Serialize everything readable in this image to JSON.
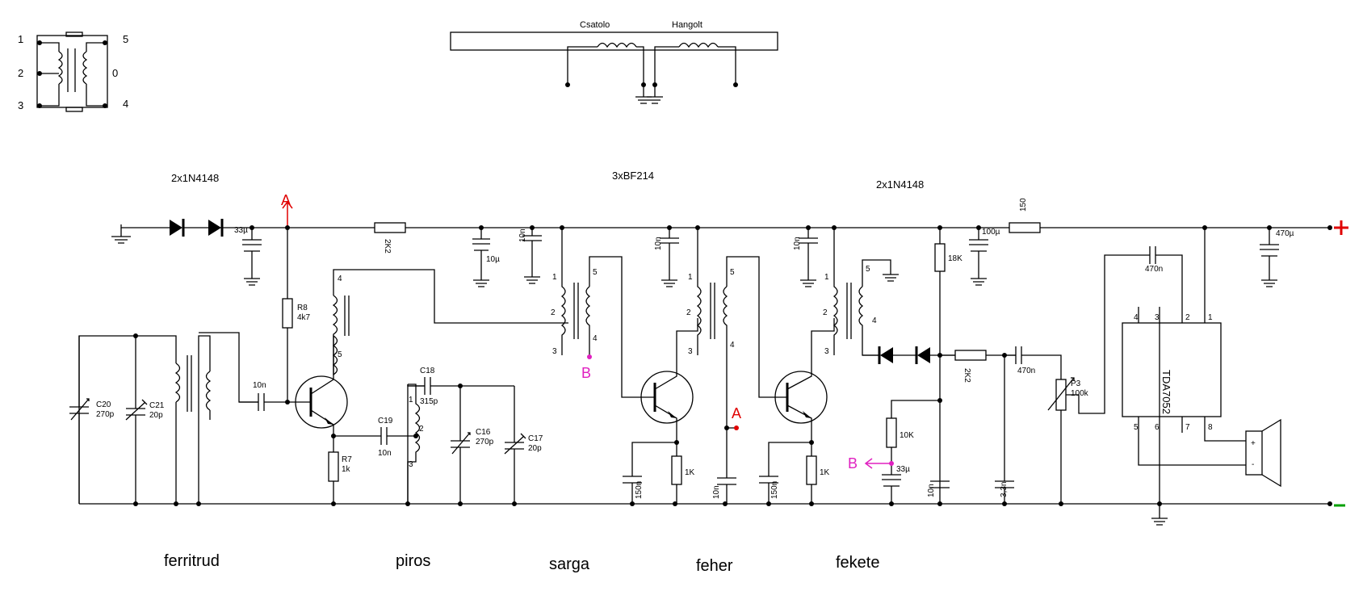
{
  "transformer_pinout": {
    "pins": [
      "1",
      "2",
      "3",
      "5",
      "4"
    ]
  },
  "coil_box": {
    "left_label": "Csatolo",
    "right_label": "Hangolt"
  },
  "headers": {
    "diodes_left": "2x1N4148",
    "transistors": "3xBF214",
    "diodes_right": "2x1N4148"
  },
  "components": {
    "c_33u": "33µ",
    "r2k2_a": "2K2",
    "c_10u": "10µ",
    "c_10n_a": "10n",
    "c_10n_b": "10n",
    "c_10n_c": "10n",
    "r18k": "18K",
    "c_100u": "100µ",
    "r150": "150",
    "c_470u": "470µ",
    "r8_name": "R8",
    "r8_val": "4k7",
    "c20_name": "C20",
    "c20_val": "270p",
    "c21_name": "C21",
    "c21_val": "20p",
    "c_10n_in": "10n",
    "r7_name": "R7",
    "r7_val": "1k",
    "c18_name": "C18",
    "c18_val": "315p",
    "c19_name": "C19",
    "c19_val": "10n",
    "c16_name": "C16",
    "c16_val": "270p",
    "c17_name": "C17",
    "c17_val": "20p",
    "c_150n_a": "150n",
    "r_1k_a": "1K",
    "c_10n_d": "10n",
    "c_150n_b": "150n",
    "r_1k_b": "1K",
    "r_10k": "10K",
    "c_33u_b": "33µ",
    "c_10n_e": "10n",
    "r2k2_b": "2K2",
    "c_470n_a": "470n",
    "c_3n3": "3,3n",
    "p3_name": "P3",
    "p3_val": "100k",
    "c_470n_b": "470n",
    "ic_name": "TDA7052",
    "ic_pins": [
      "4",
      "3",
      "2",
      "1",
      "5",
      "6",
      "7",
      "8"
    ],
    "speaker_plus": "+",
    "speaker_minus": "-"
  },
  "coil_pins": {
    "t1": [
      "4",
      "5"
    ],
    "t2": [
      "1",
      "2",
      "3",
      "5",
      "4"
    ],
    "t3": [
      "1",
      "2",
      "3",
      "5",
      "4"
    ],
    "t4": [
      "1",
      "2",
      "3",
      "5",
      "4"
    ],
    "osc": [
      "1",
      "2",
      "3"
    ]
  },
  "markers": {
    "a_top": "A",
    "a_mid": "A",
    "b_top": "B",
    "b_low": "B"
  },
  "supply": {
    "plus": "+",
    "minus": "-"
  },
  "bottom_labels": [
    "ferritrud",
    "piros",
    "sarga",
    "feher",
    "fekete"
  ],
  "colors": {
    "wire": "#000000",
    "marker_red": "#e00000",
    "marker_magenta": "#e020c0",
    "supply_plus": "#e00000",
    "supply_minus": "#00a000"
  }
}
